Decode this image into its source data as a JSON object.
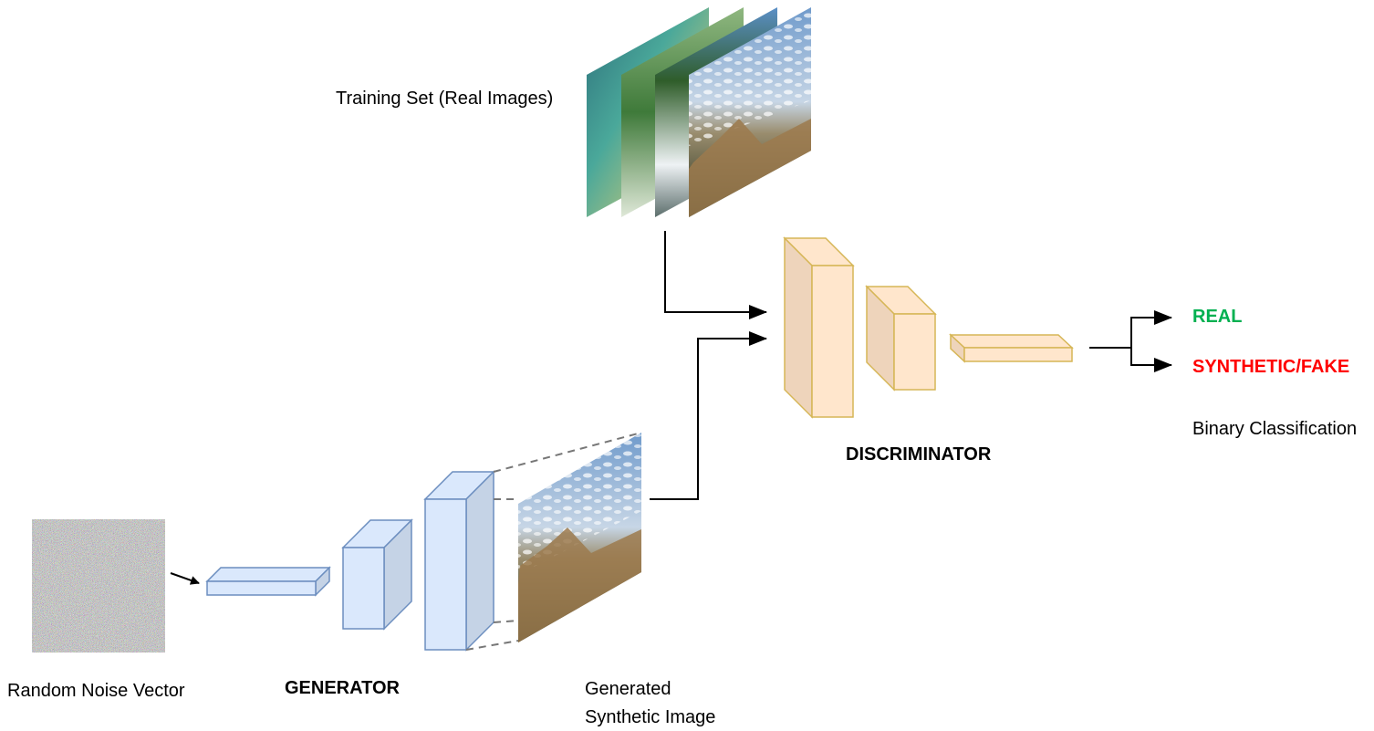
{
  "labels": {
    "training_set": "Training Set (Real Images)",
    "random_noise": "Random Noise Vector",
    "generator": "GENERATOR",
    "generated_line1": "Generated",
    "generated_line2": "Synthetic Image",
    "discriminator": "DISCRIMINATOR",
    "real": "REAL",
    "fake": "SYNTHETIC/FAKE",
    "binary": "Binary Classification"
  },
  "colors": {
    "generator_fill": "#dae8fc",
    "generator_side": "#c5d3e6",
    "generator_stroke": "#6c8ebf",
    "discriminator_fill": "#ffe6cc",
    "discriminator_side": "#eed4bb",
    "discriminator_stroke": "#d6b656",
    "real": "#00b050",
    "fake": "#ff0000",
    "arrow": "#000000",
    "dashed": "#777777"
  }
}
